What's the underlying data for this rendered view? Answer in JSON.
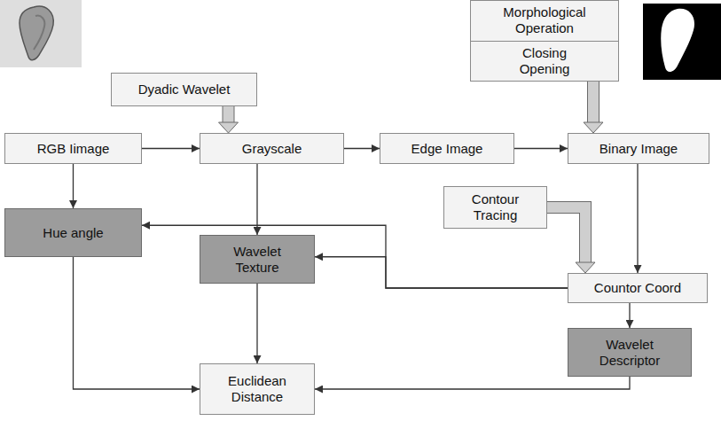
{
  "diagram": {
    "nodes": [
      {
        "text": [
          "Dyadic Wavelet"
        ]
      },
      {
        "text": [
          "Morphological Operation",
          "Closing Opening"
        ]
      },
      {
        "text": [
          "RGB Iimage"
        ]
      },
      {
        "text": [
          "Grayscale"
        ]
      },
      {
        "text": [
          "Edge Image"
        ]
      },
      {
        "text": [
          "Binary Image"
        ]
      },
      {
        "text": [
          "Hue angle"
        ]
      },
      {
        "text": [
          "Contour Tracing"
        ]
      },
      {
        "text": [
          "Wavelet Texture"
        ]
      },
      {
        "text": [
          "Countor Coord"
        ]
      },
      {
        "text": [
          "Wavelet Descriptor"
        ]
      },
      {
        "text": [
          "Euclidean Distance"
        ]
      }
    ],
    "edges": [
      {
        "from": 0,
        "to": 3,
        "arrow": "to"
      },
      {
        "from": 1,
        "to": 5,
        "arrow": "to"
      },
      {
        "from": 2,
        "to": 3,
        "arrow": "to"
      },
      {
        "from": 3,
        "to": 4,
        "arrow": "to"
      },
      {
        "from": 4,
        "to": 5,
        "arrow": "to"
      },
      {
        "from": 2,
        "to": 6,
        "arrow": "to"
      },
      {
        "from": 3,
        "to": 8,
        "arrow": "to"
      },
      {
        "from": 5,
        "to": 9,
        "arrow": "to"
      },
      {
        "from": 7,
        "to": 9,
        "arrow": "to"
      },
      {
        "from": 9,
        "to": 6,
        "arrow": "to"
      },
      {
        "from": 9,
        "to": 8,
        "arrow": "to"
      },
      {
        "from": 9,
        "to": 10,
        "arrow": "to"
      },
      {
        "from": 6,
        "to": 11,
        "arrow": "to"
      },
      {
        "from": 8,
        "to": 11,
        "arrow": "to"
      },
      {
        "from": 10,
        "to": 11,
        "arrow": "to"
      }
    ]
  }
}
